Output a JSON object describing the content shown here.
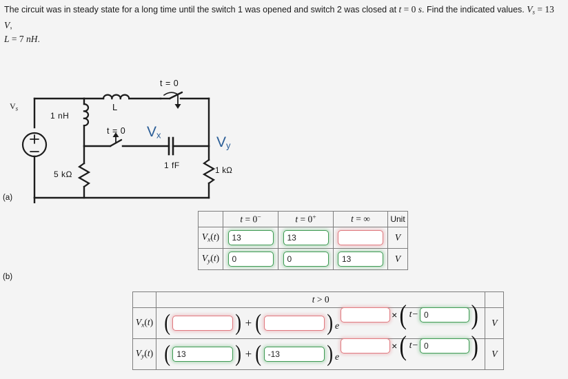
{
  "prompt": {
    "line1_a": "The circuit was in steady state for a long time until the switch 1 was opened and switch 2 was closed at ",
    "line1_t": "t",
    "line1_eq": " = 0 ",
    "line1_s": "s",
    "line1_b": ". Find the indicated values. ",
    "line1_V": "V",
    "line1_Vsub": "s",
    "line1_Vval": " = 13 ",
    "line1_Vunit": "V",
    "line1_comma": ",",
    "line2_L": "L",
    "line2_val": " = 7 ",
    "line2_unit": "nH",
    "line2_end": "."
  },
  "circuit": {
    "source_label": "V",
    "source_sub": "s",
    "source_plus": "+",
    "source_minus": "–",
    "inductor_vertical": "1 nH",
    "inductor_series": "L",
    "resistor_left": "5 kΩ",
    "resistor_right": "1 kΩ",
    "capacitor": "1 fF",
    "switch1_label": "t = 0",
    "switch2_label": "t = 0",
    "vx_label": "V",
    "vx_sub": "x",
    "vy_label": "V",
    "vy_sub": "y",
    "accent_color": "#2a5d96",
    "wire_color": "#1c1c1c"
  },
  "labels": {
    "part_a": "(a)",
    "part_b": "(b)"
  },
  "table_a": {
    "headers": [
      "",
      "t = 0−",
      "t = 0+",
      "t = ∞",
      "Unit"
    ],
    "header_t": "t",
    "header_eq": " = ",
    "header_zero": "0",
    "header_minus": "−",
    "header_plus": "+",
    "header_inf": "∞",
    "header_unit": "Unit",
    "rows": [
      {
        "label_V": "V",
        "label_sub": "x",
        "label_paren": "(t)",
        "cells": [
          {
            "value": "13",
            "state": "ok"
          },
          {
            "value": "13",
            "state": "ok"
          },
          {
            "value": "",
            "state": "bad"
          }
        ],
        "unit": "V"
      },
      {
        "label_V": "V",
        "label_sub": "y",
        "label_paren": "(t)",
        "cells": [
          {
            "value": "0",
            "state": "ok"
          },
          {
            "value": "0",
            "state": "ok"
          },
          {
            "value": "13",
            "state": "ok"
          }
        ],
        "unit": "V"
      }
    ]
  },
  "table_b": {
    "header_t": "t",
    "header_gt": " > 0",
    "open_paren": "(",
    "close_paren": ")",
    "plus": "+",
    "e_symbol": "e",
    "times_symbol": "×",
    "tminus": "t−",
    "rows": [
      {
        "label_V": "V",
        "label_sub": "x",
        "label_paren": "(t)",
        "constant": {
          "value": "",
          "state": "bad"
        },
        "coefficient": {
          "value": "",
          "state": "bad"
        },
        "rate": {
          "value": "",
          "state": "bad"
        },
        "shift": {
          "value": "0",
          "state": "ok"
        },
        "unit": "V"
      },
      {
        "label_V": "V",
        "label_sub": "y",
        "label_paren": "(t)",
        "constant": {
          "value": "13",
          "state": "ok"
        },
        "coefficient": {
          "value": "-13",
          "state": "ok"
        },
        "rate": {
          "value": "",
          "state": "bad"
        },
        "shift": {
          "value": "0",
          "state": "ok"
        },
        "unit": "V"
      }
    ]
  }
}
